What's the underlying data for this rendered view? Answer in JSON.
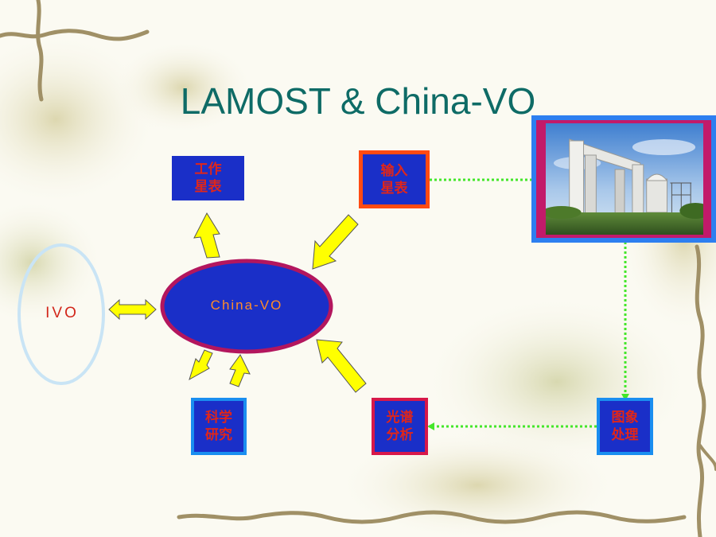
{
  "slide": {
    "title": "LAMOST & China-VO"
  },
  "nodes": {
    "ivo": {
      "label": "IVO"
    },
    "china_vo": {
      "label": "China-VO"
    },
    "work_catalog": {
      "line1": "工作",
      "line2": "星表"
    },
    "input_catalog": {
      "line1": "输入",
      "line2": "星表"
    },
    "science_research": {
      "line1": "科学",
      "line2": "研究"
    },
    "spectrum_analysis": {
      "line1": "光谱",
      "line2": "分析"
    },
    "image_processing": {
      "line1": "图象",
      "line2": "处理"
    }
  },
  "colors": {
    "title": "#0e6b66",
    "box_fill": "#1a2fc8",
    "box_text": "#e0261a",
    "ellipse_fill": "#1a2fc8",
    "ellipse_border": "#b3165e",
    "arrow_fill": "#ffff00",
    "dotted_link": "#44e62a",
    "ivo_ring": "#c9e4f5"
  }
}
